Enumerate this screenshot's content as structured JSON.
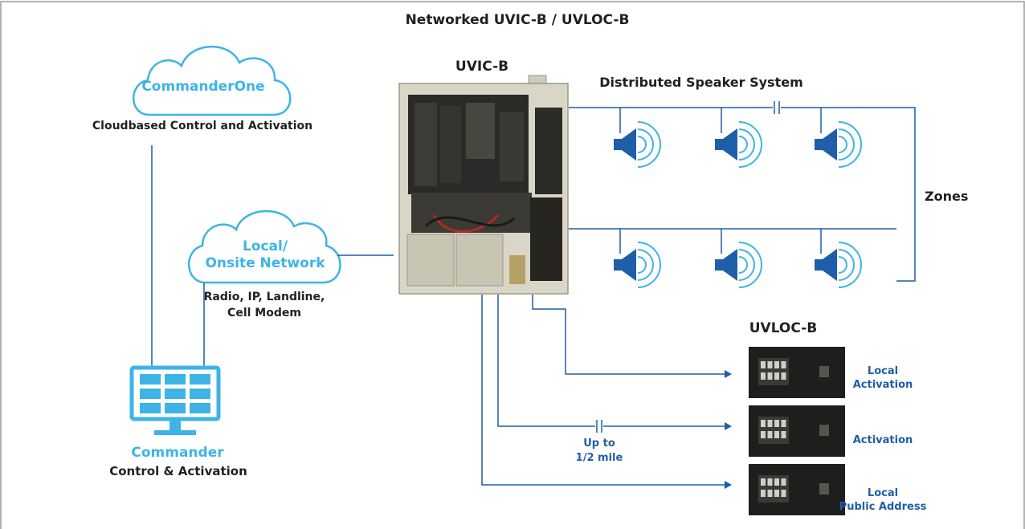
{
  "title": "Networked UVIC-B / UVLOC-B",
  "cloud_commanderone": {
    "label": "CommanderOne",
    "caption": "Cloudbased Control and Activation"
  },
  "cloud_local": {
    "line1": "Local/",
    "line2": "Onsite Network",
    "caption_line1": "Radio, IP, Landline,",
    "caption_line2": "Cell Modem"
  },
  "commander": {
    "label": "Commander",
    "caption": "Control & Activation"
  },
  "uvic": {
    "label": "UVIC-B"
  },
  "speakers": {
    "title": "Distributed Speaker System",
    "zones_label": "Zones"
  },
  "uvloc": {
    "label": "UVLOC-B",
    "units": [
      {
        "line1": "Local",
        "line2": "Activation"
      },
      {
        "line1": "Activation",
        "line2": ""
      },
      {
        "line1": "Local",
        "line2": "Public Address"
      }
    ]
  },
  "distance": {
    "line1": "Up to",
    "line2": "1/2 mile"
  },
  "colors": {
    "line": "#1f5ea8",
    "cyan": "#3db4e5",
    "text": "#231f20",
    "frame": "#9a9a9a"
  }
}
